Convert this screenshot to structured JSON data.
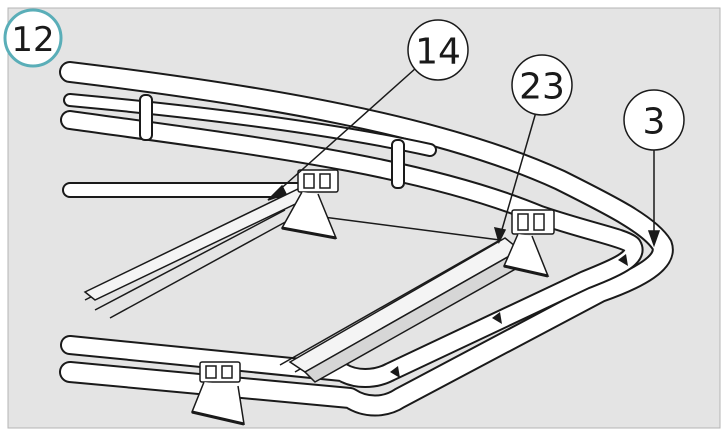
{
  "step": {
    "number": "12",
    "ring_color": "#5aaeb8"
  },
  "callouts": [
    {
      "id": "callout-14",
      "label": "14"
    },
    {
      "id": "callout-23",
      "label": "23"
    },
    {
      "id": "callout-3",
      "label": "3"
    }
  ],
  "colors": {
    "panel_background": "#e4e4e4",
    "panel_border": "#b5b5b5",
    "tube_fill": "#ffffff",
    "line": "#1a1a1a"
  }
}
